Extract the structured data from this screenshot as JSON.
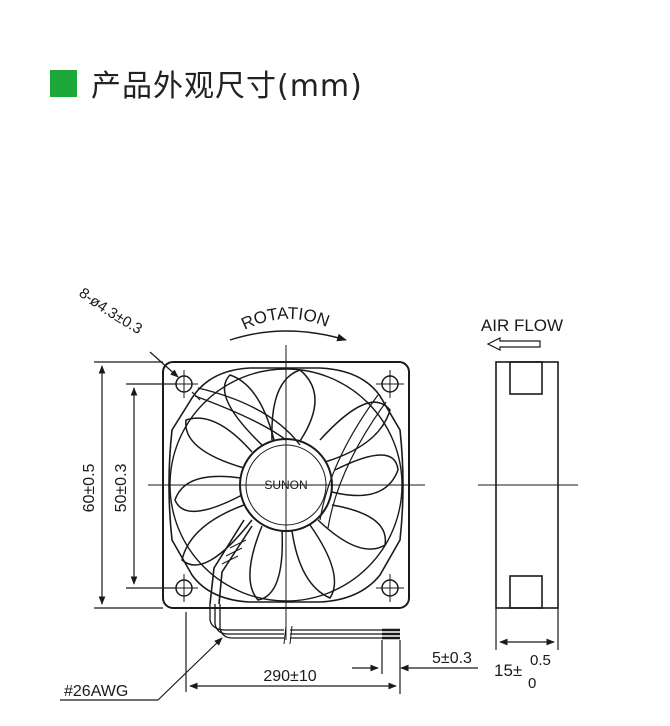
{
  "heading": {
    "title": "产品外观尺寸(mm)",
    "marker_color": "#1fa83a"
  },
  "front_view": {
    "hole_spec": "8-ø4.3±0.3",
    "rotation_label": "ROTATION",
    "brand": "SUNON",
    "outer_dim": "60±0.5",
    "hole_pitch": "50±0.3",
    "lead_length": "290±10",
    "lead_strip": "5±0.3",
    "wire_gauge": "#26AWG"
  },
  "side_view": {
    "airflow_label": "AIR FLOW",
    "thickness_base": "15±",
    "tol_upper": "0.5",
    "tol_lower": "0"
  }
}
